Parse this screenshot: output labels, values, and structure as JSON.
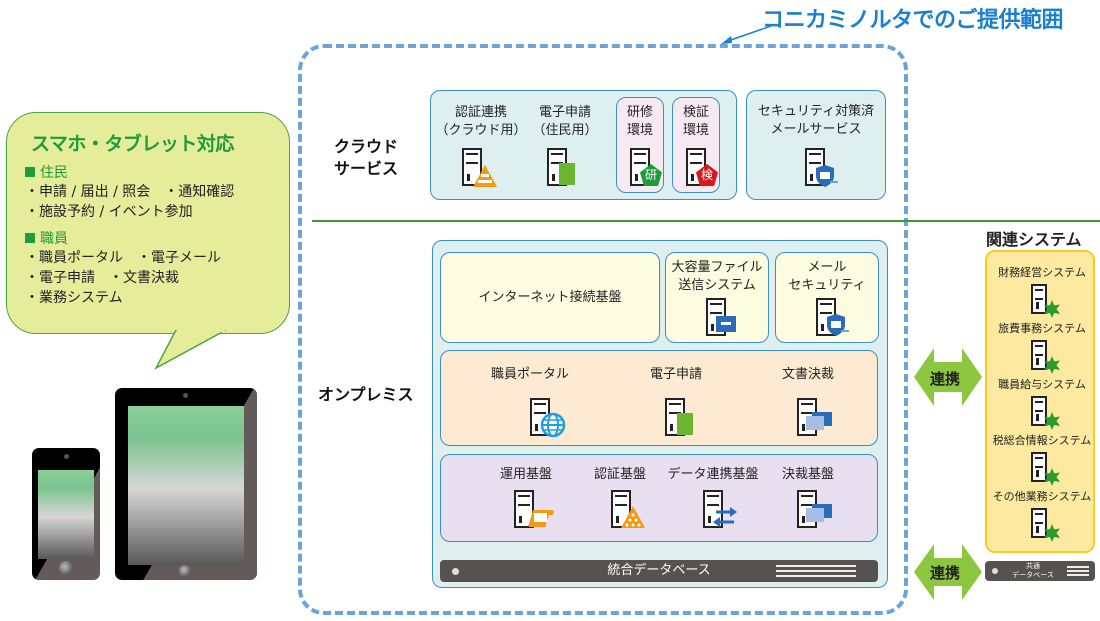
{
  "header": {
    "provider_scope_label": "コニカミノルタでのご提供範囲"
  },
  "mobile": {
    "title": "スマホ・タブレット対応",
    "groups": [
      {
        "heading": "住民",
        "lines": [
          "・申請 / 届出 / 照会　・通知確認",
          "・施設予約 / イベント参加"
        ]
      },
      {
        "heading": "職員",
        "lines": [
          "・職員ポータル　・電子メール",
          "・電子申請　・文書決裁",
          "・業務システム"
        ]
      }
    ]
  },
  "sections": {
    "cloud": {
      "label_line1": "クラウド",
      "label_line2": "サービス"
    },
    "onprem": {
      "label": "オンプレミス"
    }
  },
  "cloud_services": [
    {
      "line1": "認証連携",
      "line2": "（クラウド用）",
      "icon": "auth-link-icon"
    },
    {
      "line1": "電子申請",
      "line2": "（住民用）",
      "icon": "document-icon"
    },
    {
      "line1": "研修",
      "line2": "環境",
      "icon": "training-badge-icon",
      "badge_text": "研"
    },
    {
      "line1": "検証",
      "line2": "環境",
      "icon": "verification-badge-icon",
      "badge_text": "検"
    },
    {
      "line1": "セキュリティ対策済",
      "line2": "メールサービス",
      "icon": "secure-mail-icon"
    }
  ],
  "onprem": {
    "row1": [
      {
        "label": "インターネット接続基盤"
      },
      {
        "line1": "大容量ファイル",
        "line2": "送信システム",
        "icon": "mail-icon"
      },
      {
        "line1": "メール",
        "line2": "セキュリティ",
        "icon": "secure-mail-icon"
      }
    ],
    "row2": [
      {
        "label": "職員ポータル",
        "icon": "globe-icon"
      },
      {
        "label": "電子申請",
        "icon": "document-icon"
      },
      {
        "label": "文書決裁",
        "icon": "windows-icon"
      }
    ],
    "row3": [
      {
        "label": "運用基盤",
        "icon": "scroll-icon"
      },
      {
        "label": "認証基盤",
        "icon": "auth-triangle-icon"
      },
      {
        "label": "データ連携基盤",
        "icon": "exchange-arrows-icon"
      },
      {
        "label": "決裁基盤",
        "icon": "windows-icon"
      }
    ],
    "database": "統合データベース"
  },
  "links": {
    "upper": "連携",
    "lower": "連携"
  },
  "related": {
    "title": "関連システム",
    "items": [
      "財務経営システム",
      "旅費事務システム",
      "職員給与システム",
      "税総合情報システム",
      "その他業務システム"
    ],
    "shared_db_line1": "共通",
    "shared_db_line2": "データベース"
  },
  "colors": {
    "scope_blue": "#6aa4da",
    "title_blue": "#1a7fd0",
    "bubble_green": "#1e9b3a",
    "bubble_fill": "#e5ec9a",
    "cloud_fill": "#deeff0",
    "internet_fill": "#fdfbe0",
    "apps_fill": "#fcebd2",
    "platform_fill": "#e8e0f0",
    "related_fill": "#fdeaa0",
    "link_arrow": "#8dc63f"
  }
}
